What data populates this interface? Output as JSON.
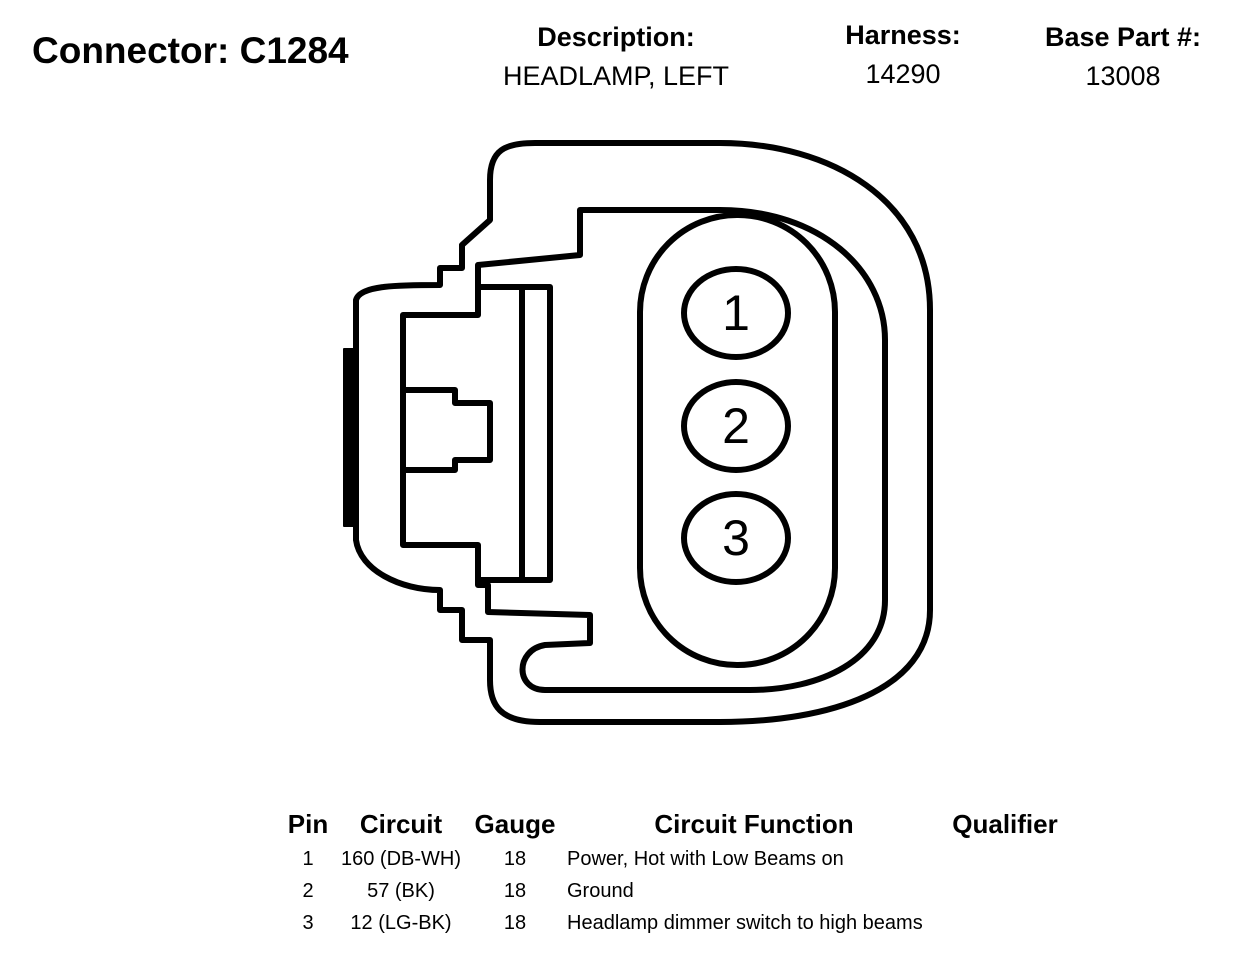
{
  "connector": {
    "title": "Connector: C1284"
  },
  "header": {
    "description": {
      "label": "Description:",
      "value": "HEADLAMP, LEFT"
    },
    "harness": {
      "label": "Harness:",
      "value": "14290"
    },
    "base_part": {
      "label": "Base Part #:",
      "value": "13008"
    }
  },
  "diagram": {
    "pin_labels": [
      "1",
      "2",
      "3"
    ]
  },
  "table": {
    "headers": {
      "pin": "Pin",
      "circuit": "Circuit",
      "gauge": "Gauge",
      "function": "Circuit Function",
      "qualifier": "Qualifier"
    },
    "rows": [
      {
        "pin": "1",
        "circuit": "160 (DB-WH)",
        "gauge": "18",
        "function": "Power, Hot with Low Beams on",
        "qualifier": ""
      },
      {
        "pin": "2",
        "circuit": "57 (BK)",
        "gauge": "18",
        "function": "Ground",
        "qualifier": ""
      },
      {
        "pin": "3",
        "circuit": "12 (LG-BK)",
        "gauge": "18",
        "function": "Headlamp dimmer switch to high beams",
        "qualifier": ""
      }
    ]
  }
}
